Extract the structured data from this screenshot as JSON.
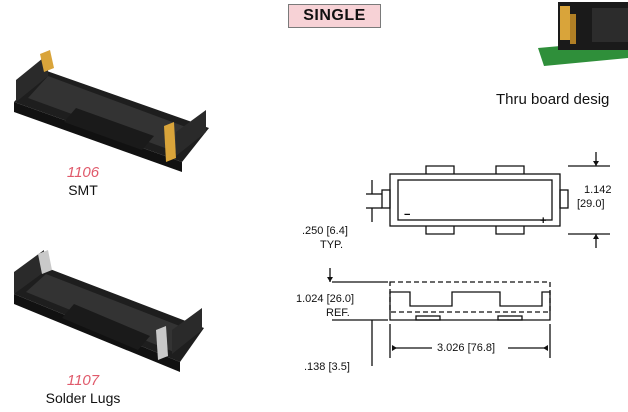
{
  "header": {
    "badge": "SINGLE"
  },
  "products": [
    {
      "part": "1106",
      "desc": "SMT"
    },
    {
      "part": "1107",
      "desc": "Solder Lugs"
    }
  ],
  "thru_caption": "Thru board desig",
  "dimensions": {
    "height": "1.142",
    "height_mm": "[29.0]",
    "lug_width": ".250 [6.4]",
    "lug_note": "TYP.",
    "side_height": "1.024 [26.0]",
    "side_note": "REF.",
    "base": ".138 [3.5]",
    "length": "3.026 [76.8]",
    "minus": "−",
    "plus": "+"
  },
  "colors": {
    "accent": "#e05a6b",
    "badge_bg": "#f7d2d6",
    "holder": "#2b2b2b",
    "pcb": "#2f8f3a",
    "lug_gold": "#d9a43a",
    "lug_silver": "#c9c9c9"
  }
}
